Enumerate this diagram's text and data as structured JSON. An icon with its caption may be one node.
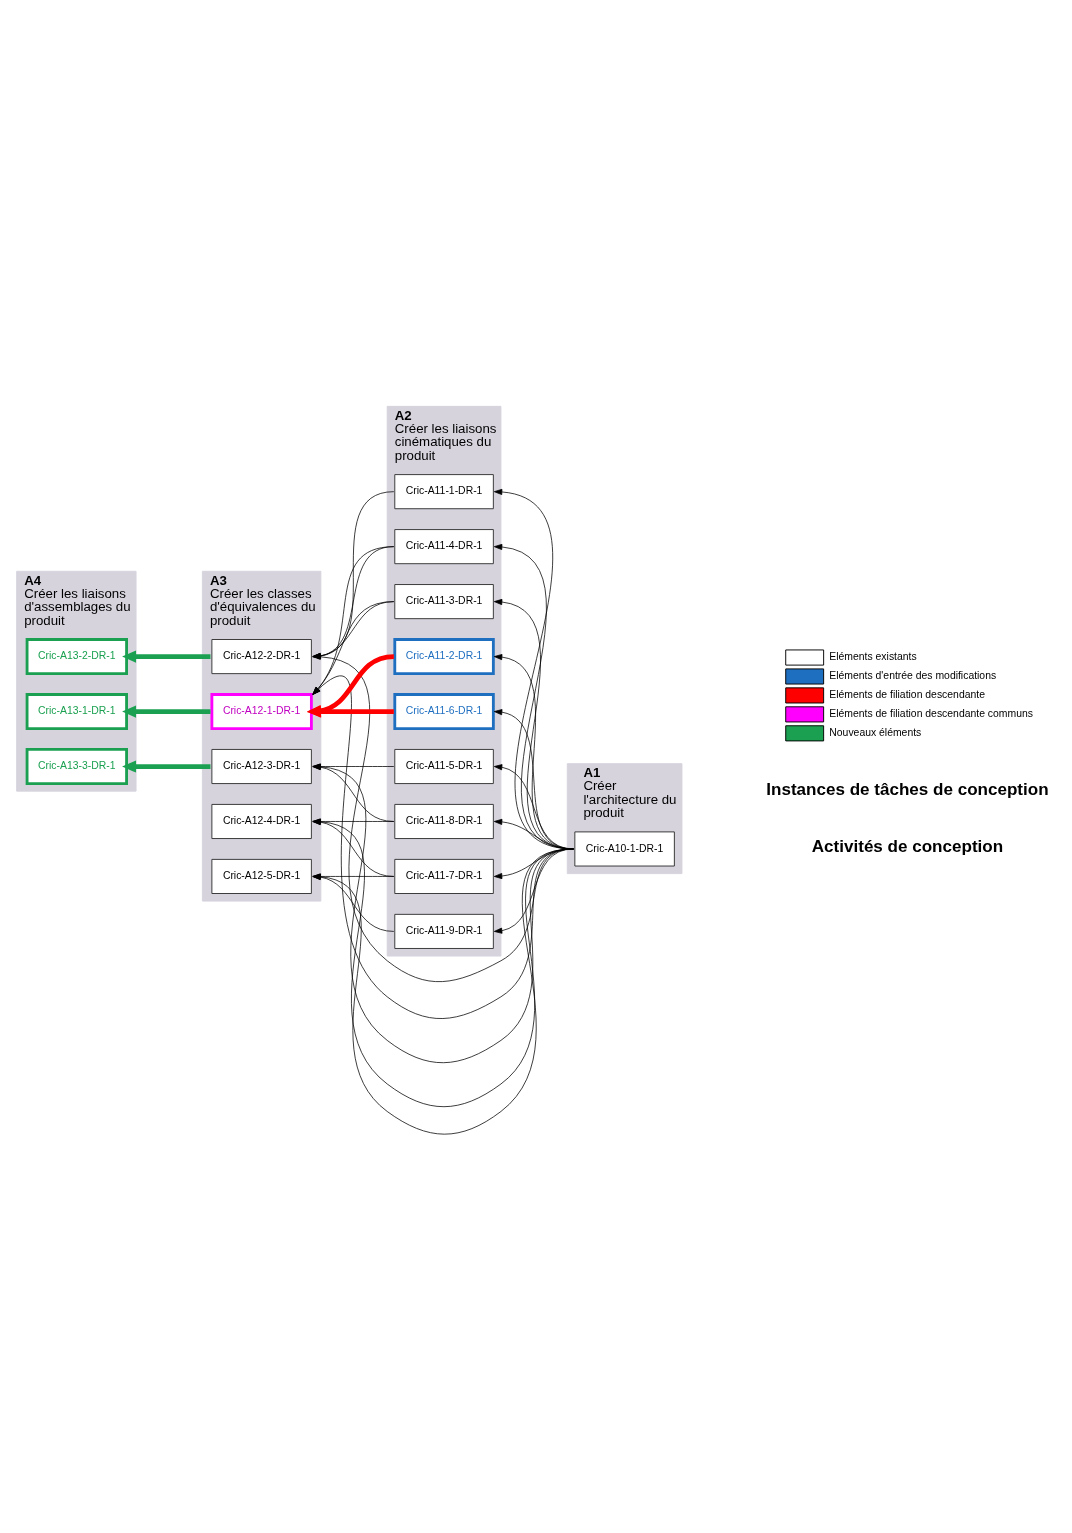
{
  "diagram": {
    "nodes": [
      {
        "text": [
          "A1",
          "Créer l'architecture du produit"
        ]
      },
      {
        "text": [
          "Cric-A10-1-DR-1"
        ],
        "in": 0
      },
      {
        "text": [
          "A2",
          "Créer les liaisons cinématiques du produit"
        ]
      },
      {
        "text": [
          "Cric-A11-1-DR-1"
        ],
        "in": 2
      },
      {
        "text": [
          "Cric-A11-2-DR-1"
        ],
        "in": 2
      },
      {
        "text": [
          "Cric-A11-3-DR-1"
        ],
        "in": 2
      },
      {
        "text": [
          "Cric-A11-4-DR-1"
        ],
        "in": 2
      },
      {
        "text": [
          "Cric-A11-5-DR-1"
        ],
        "in": 2
      },
      {
        "text": [
          "Cric-A11-6-DR-1"
        ],
        "in": 2
      },
      {
        "text": [
          "Cric-A11-7-DR-1"
        ],
        "in": 2
      },
      {
        "text": [
          "Cric-A11-8-DR-1"
        ],
        "in": 2
      },
      {
        "text": [
          "Cric-A11-9-DR-1"
        ],
        "in": 2
      },
      {
        "text": [
          "A3",
          "Créer les classes d'équivalences du produit"
        ]
      },
      {
        "text": [
          "Cric-A12-1-DR-1"
        ],
        "in": 12
      },
      {
        "text": [
          "Cric-A12-2-DR-1"
        ],
        "in": 12
      },
      {
        "text": [
          "Cric-A12-3-DR-1"
        ],
        "in": 12
      },
      {
        "text": [
          "Cric-A12-4-DR-1"
        ],
        "in": 12
      },
      {
        "text": [
          "Cric-A12-5-DR-1"
        ],
        "in": 12
      },
      {
        "text": [
          "A4",
          "Créer les liaisons d'assemblages du produit"
        ]
      },
      {
        "text": [
          "Cric-A13-1-DR-1"
        ],
        "in": 18
      },
      {
        "text": [
          "Cric-A13-2-DR-1"
        ],
        "in": 18
      },
      {
        "text": [
          "Cric-A13-3-DR-1"
        ],
        "in": 18
      }
    ],
    "edges": [
      {
        "from": 1,
        "to": 3,
        "arrow": "to"
      },
      {
        "from": 1,
        "to": 4,
        "arrow": "to"
      },
      {
        "from": 1,
        "to": 5,
        "arrow": "to"
      },
      {
        "from": 1,
        "to": 6,
        "arrow": "to"
      },
      {
        "from": 1,
        "to": 7,
        "arrow": "to"
      },
      {
        "from": 1,
        "to": 8,
        "arrow": "to"
      },
      {
        "from": 1,
        "to": 9,
        "arrow": "to"
      },
      {
        "from": 1,
        "to": 10,
        "arrow": "to"
      },
      {
        "from": 1,
        "to": 11,
        "arrow": "to"
      },
      {
        "from": 1,
        "to": 13,
        "arrow": "to"
      },
      {
        "from": 1,
        "to": 14,
        "arrow": "to"
      },
      {
        "from": 1,
        "to": 15,
        "arrow": "to"
      },
      {
        "from": 1,
        "to": 16,
        "arrow": "to"
      },
      {
        "from": 1,
        "to": 17,
        "arrow": "to"
      },
      {
        "from": 4,
        "to": 13,
        "arrow": "to",
        "style": "thick",
        "color": "#ff0000"
      },
      {
        "from": 8,
        "to": 13,
        "arrow": "to",
        "style": "thick",
        "color": "#ff0000"
      },
      {
        "from": 5,
        "to": 13,
        "arrow": "to"
      },
      {
        "from": 6,
        "to": 13,
        "arrow": "to"
      },
      {
        "from": 3,
        "to": 14,
        "arrow": "to"
      },
      {
        "from": 5,
        "to": 14,
        "arrow": "to"
      },
      {
        "from": 6,
        "to": 14,
        "arrow": "to"
      },
      {
        "from": 7,
        "to": 15,
        "arrow": "to"
      },
      {
        "from": 10,
        "to": 15,
        "arrow": "to"
      },
      {
        "from": 9,
        "to": 16,
        "arrow": "to"
      },
      {
        "from": 10,
        "to": 16,
        "arrow": "to"
      },
      {
        "from": 9,
        "to": 17,
        "arrow": "to"
      },
      {
        "from": 11,
        "to": 17,
        "arrow": "to"
      },
      {
        "from": 13,
        "to": 19,
        "arrow": "to",
        "style": "thick",
        "color": "#1aa050"
      },
      {
        "from": 14,
        "to": 20,
        "arrow": "to",
        "style": "thick",
        "color": "#1aa050"
      },
      {
        "from": 15,
        "to": 21,
        "arrow": "to",
        "style": "thick",
        "color": "#1aa050"
      }
    ],
    "labels": [
      "Activités de conception",
      "Instances de tâches de conception"
    ],
    "legend": [
      {
        "text": "Eléments existants",
        "color": "#ffffff"
      },
      {
        "text": "Eléments d'entrée des modifications",
        "color": "#1f6fc0"
      },
      {
        "text": "Eléments de filiation descendante",
        "color": "#ff0000"
      },
      {
        "text": "Eléments de filiation descendante communs",
        "color": "#ff00ff"
      },
      {
        "text": "Nouveaux éléments",
        "color": "#1aa050"
      }
    ]
  }
}
